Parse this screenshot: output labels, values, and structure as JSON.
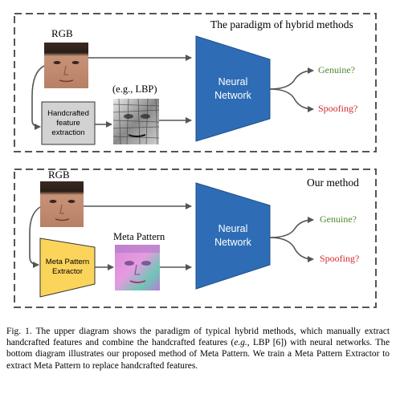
{
  "panels": [
    {
      "title": "The paradigm of hybrid methods",
      "input_label": "RGB",
      "side_box_label": "Handcrafted feature extraction",
      "side_box_lines": [
        "Handcrafted",
        "feature",
        "extraction"
      ],
      "feature_label": "(e.g., LBP)",
      "network_lines": [
        "Neural",
        "Network"
      ],
      "output_genuine": "Genuine?",
      "output_spoofing": "Spoofing?",
      "colors": {
        "box_fill": "#d2d2d2",
        "network": "#2e6db5",
        "genuine": "#4d8a2a",
        "spoofing": "#d42a2a"
      }
    },
    {
      "title": "Our method",
      "input_label": "RGB",
      "side_box_label": "Meta Pattern Extractor",
      "side_box_lines": [
        "Meta Pattern",
        "Extractor"
      ],
      "feature_label": "Meta Pattern",
      "network_lines": [
        "Neural",
        "Network"
      ],
      "output_genuine": "Genuine?",
      "output_spoofing": "Spoofing?",
      "colors": {
        "box_fill": "#fbd55b",
        "network": "#2e6db5",
        "genuine": "#4d8a2a",
        "spoofing": "#d42a2a"
      }
    }
  ],
  "caption": {
    "prefix": "Fig. 1.",
    "text_1": "The upper diagram shows the paradigm of typical hybrid methods, which manually extract handcrafted features and combine the handcrafted features (",
    "eg": "e.g.",
    "text_2": ", LBP [6]) with neural networks. The bottom diagram illustrates our proposed method of Meta Pattern. We train a Meta Pattern Extractor to extract Meta Pattern to replace handcrafted features."
  }
}
